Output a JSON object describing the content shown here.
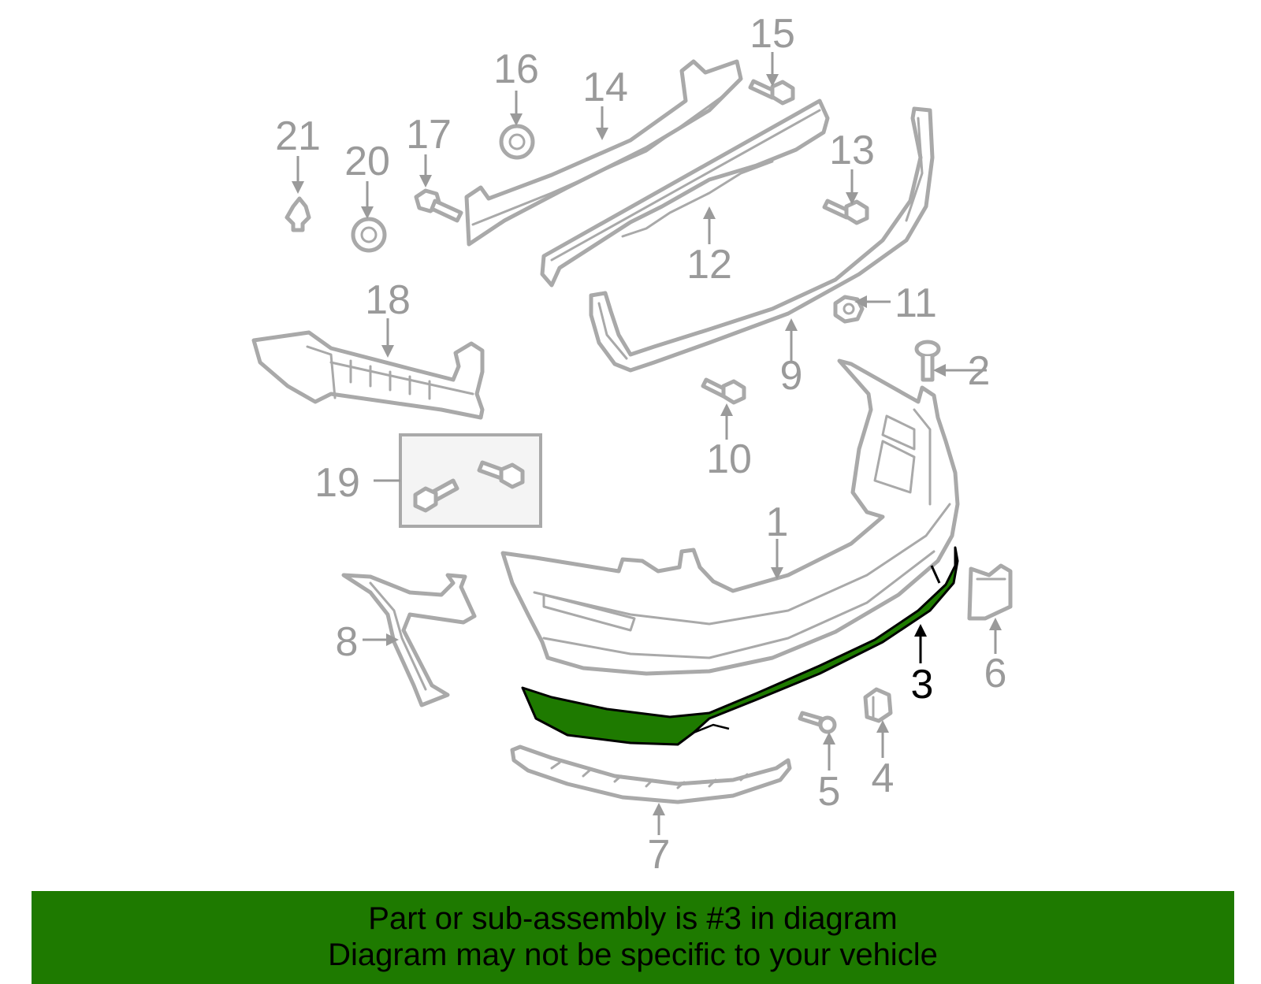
{
  "diagram": {
    "highlight_color": "#1e7a00",
    "highlighted_part": "3",
    "callouts": [
      {
        "id": "1",
        "label": "1"
      },
      {
        "id": "2",
        "label": "2"
      },
      {
        "id": "3",
        "label": "3"
      },
      {
        "id": "4",
        "label": "4"
      },
      {
        "id": "5",
        "label": "5"
      },
      {
        "id": "6",
        "label": "6"
      },
      {
        "id": "7",
        "label": "7"
      },
      {
        "id": "8",
        "label": "8"
      },
      {
        "id": "9",
        "label": "9"
      },
      {
        "id": "10",
        "label": "10"
      },
      {
        "id": "11",
        "label": "11"
      },
      {
        "id": "12",
        "label": "12"
      },
      {
        "id": "13",
        "label": "13"
      },
      {
        "id": "14",
        "label": "14"
      },
      {
        "id": "15",
        "label": "15"
      },
      {
        "id": "16",
        "label": "16"
      },
      {
        "id": "17",
        "label": "17"
      },
      {
        "id": "18",
        "label": "18"
      },
      {
        "id": "19",
        "label": "19"
      },
      {
        "id": "20",
        "label": "20"
      },
      {
        "id": "21",
        "label": "21"
      }
    ]
  },
  "banner": {
    "line1": "Part or sub-assembly is #3 in diagram",
    "line2": "Diagram may not be specific to your vehicle",
    "background": "#1e7a00"
  }
}
